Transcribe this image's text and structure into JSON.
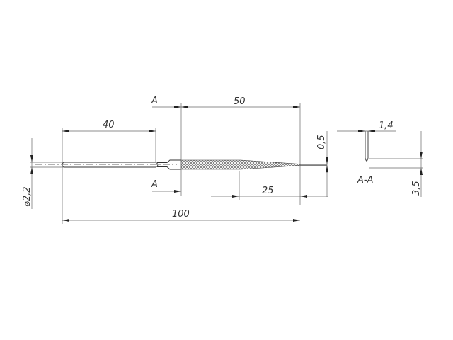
{
  "drawing": {
    "title": "Needle file technical drawing",
    "dimensions": {
      "handle_length": "40",
      "cut_length": "50",
      "total_length": "100",
      "taper_length": "25",
      "tip_thickness": "0,5",
      "shank_diameter": "⌀2,2",
      "section_thickness": "1,4",
      "section_width": "3,5"
    },
    "section_markers": {
      "top": "A",
      "bottom": "A",
      "section_label": "A-A"
    }
  }
}
